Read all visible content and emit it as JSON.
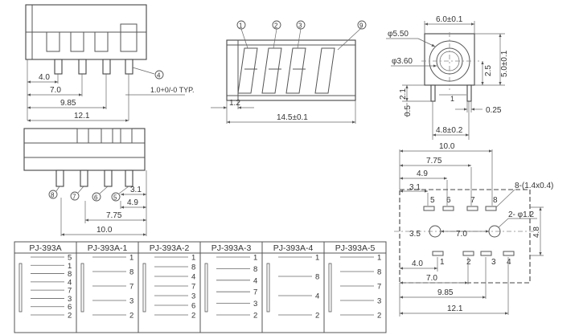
{
  "side_top": {
    "dims": [
      "4.0",
      "7.0",
      "9.85",
      "12.1"
    ],
    "callout": "4",
    "typ": "1.0+0/-0 TYP."
  },
  "side_bottom": {
    "dims": [
      "3.1",
      "4.9",
      "7.75",
      "10.0"
    ],
    "callouts": [
      "8",
      "7",
      "6",
      "5"
    ]
  },
  "top_view": {
    "callouts": [
      "1",
      "2",
      "3",
      "9"
    ],
    "dims": [
      "1.2",
      "14.5±0.1"
    ]
  },
  "front_view": {
    "dims": {
      "width": "6.0±0.1",
      "outer_dia": "φ5.50",
      "inner_dia": "φ3.60",
      "height": "5.0±0.1",
      "half_height": "2.5",
      "pin_len": "2.1",
      "pin_offset": "0.5",
      "center": "1",
      "pin_thick": "0.25",
      "pin_pitch": "4.8±0.2"
    }
  },
  "footprint": {
    "dims": {
      "top_total": "10.0",
      "d775": "7.75",
      "d49": "4.9",
      "d31": "3.1",
      "slots": "8-(1.4x0.4)",
      "holes": "2- φ1.2",
      "d35": "3.5",
      "d70": "7.0",
      "height": "4.8",
      "b40": "4.0",
      "b70": "7.0",
      "b985": "9.85",
      "b121": "12.1"
    },
    "top_pins": [
      "5",
      "6",
      "7",
      "8"
    ],
    "bottom_pins": [
      "1",
      "2",
      "3",
      "4"
    ]
  },
  "table": {
    "models": [
      "PJ-393A",
      "PJ-393A-1",
      "PJ-393A-2",
      "PJ-393A-3",
      "PJ-393A-4",
      "PJ-393A-5"
    ],
    "pins": [
      [
        "5",
        "1",
        "8",
        "4",
        "7",
        "3",
        "6",
        "2"
      ],
      [
        "1",
        "8",
        "7",
        "3",
        "2"
      ],
      [
        "1",
        "8",
        "4",
        "7",
        "3",
        "6",
        "2"
      ],
      [
        "1",
        "8",
        "4",
        "7",
        "3",
        "2"
      ],
      [
        "1",
        "8",
        "4",
        "2"
      ],
      [
        "1",
        "8",
        "7",
        "3",
        "2"
      ]
    ]
  }
}
